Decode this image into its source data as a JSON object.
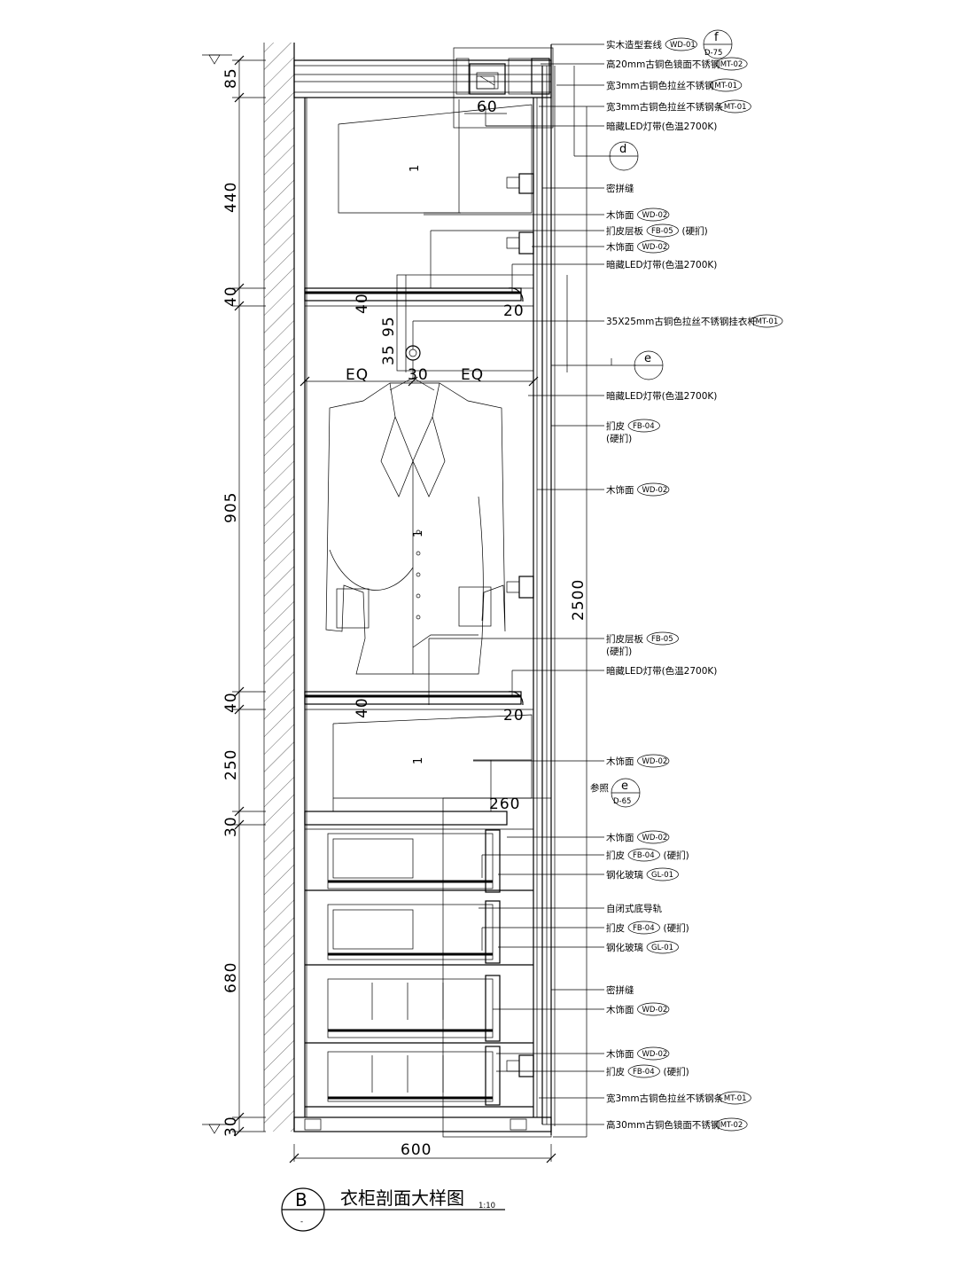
{
  "title": {
    "mark": "B",
    "sub_mark": "-",
    "text": "衣柜剖面大样图",
    "scale": "1:10"
  },
  "dimensions": {
    "vertical": [
      "85",
      "440",
      "40",
      "905",
      "40",
      "250",
      "30",
      "680",
      "30"
    ],
    "overall_height": "2500",
    "overall_width": "600",
    "internal": [
      "60",
      "40",
      "35",
      "95",
      "20",
      "EQ",
      "30",
      "EQ",
      "40",
      "20",
      "260"
    ]
  },
  "callouts": [
    {
      "text": "实木造型套线",
      "tag": "WD-01"
    },
    {
      "text": "高20mm古铜色镜面不锈钢",
      "tag": "MT-02"
    },
    {
      "text": "宽3mm古铜色拉丝不锈钢",
      "tag": "MT-01"
    },
    {
      "text": "宽3mm古铜色拉丝不锈钢条",
      "tag": "MT-01"
    },
    {
      "text": "暗藏LED灯带(色温2700K)",
      "tag": ""
    },
    {
      "text": "密拼缝",
      "tag": ""
    },
    {
      "text": "木饰面",
      "tag": "WD-02"
    },
    {
      "text": "扪皮层板",
      "tag": "FB-05",
      "suffix": "(硬扪)"
    },
    {
      "text": "木饰面",
      "tag": "WD-02"
    },
    {
      "text": "暗藏LED灯带(色温2700K)",
      "tag": ""
    },
    {
      "text": "35X25mm古铜色拉丝不锈钢挂衣杆",
      "tag": "MT-01"
    },
    {
      "text": "暗藏LED灯带(色温2700K)",
      "tag": ""
    },
    {
      "text": "扪皮",
      "tag": "FB-04",
      "line2": "(硬扪)"
    },
    {
      "text": "木饰面",
      "tag": "WD-02"
    },
    {
      "text": "扪皮层板",
      "tag": "FB-05",
      "line2": "(硬扪)"
    },
    {
      "text": "暗藏LED灯带(色温2700K)",
      "tag": ""
    },
    {
      "text": "木饰面",
      "tag": "WD-02"
    },
    {
      "text": "参照",
      "tag": ""
    },
    {
      "text": "木饰面",
      "tag": "WD-02"
    },
    {
      "text": "扪皮",
      "tag": "FB-04",
      "suffix": "(硬扪)"
    },
    {
      "text": "钢化玻璃",
      "tag": "GL-01"
    },
    {
      "text": "自闭式底导轨",
      "tag": ""
    },
    {
      "text": "扪皮",
      "tag": "FB-04",
      "suffix": "(硬扪)"
    },
    {
      "text": "钢化玻璃",
      "tag": "GL-01"
    },
    {
      "text": "密拼缝",
      "tag": ""
    },
    {
      "text": "木饰面",
      "tag": "WD-02"
    },
    {
      "text": "木饰面",
      "tag": "WD-02"
    },
    {
      "text": "扪皮",
      "tag": "FB-04",
      "suffix": "(硬扪)"
    },
    {
      "text": "宽3mm古铜色拉丝不锈钢条",
      "tag": "MT-01"
    },
    {
      "text": "高30mm古铜色镜面不锈钢",
      "tag": "MT-02"
    }
  ],
  "bubbles": [
    {
      "top": "f",
      "bottom": "D-75"
    },
    {
      "top": "d",
      "bottom": ""
    },
    {
      "top": "e",
      "bottom": ""
    },
    {
      "top": "e",
      "bottom": "D-65"
    }
  ],
  "shelf_marks": [
    "1",
    "1",
    "1"
  ]
}
